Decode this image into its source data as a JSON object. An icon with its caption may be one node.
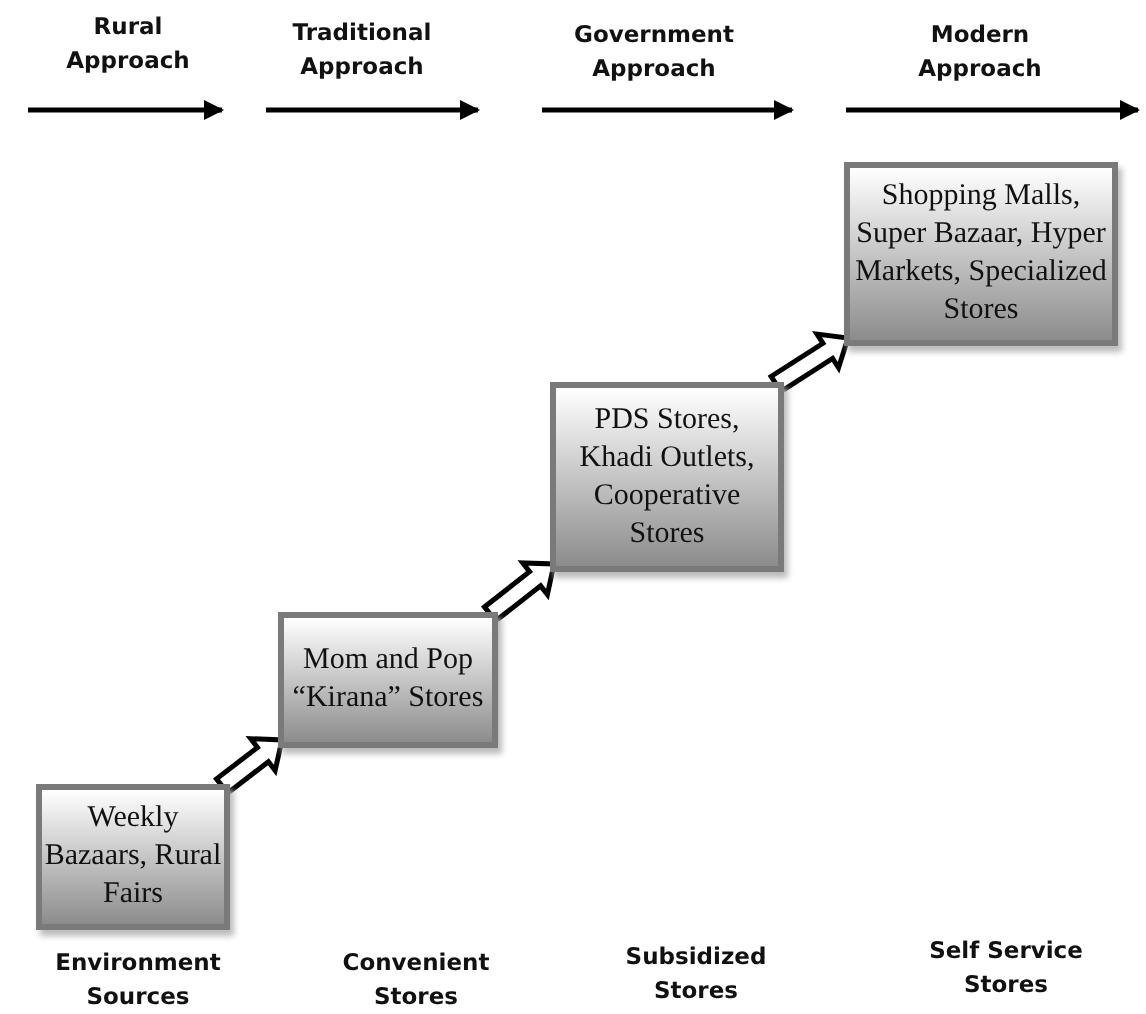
{
  "diagram": {
    "nodes": [
      {
        "text": [
          "Weekly Bazaars, Rural Fairs"
        ]
      },
      {
        "text": [
          "Mom and Pop “Kirana” Stores"
        ]
      },
      {
        "text": [
          "PDS Stores, Khadi Outlets, Cooperative Stores"
        ]
      },
      {
        "text": [
          "Shopping Malls, Super Bazaar, Hyper Markets, Specialized Stores"
        ]
      }
    ],
    "edges": [
      {
        "from": 0,
        "to": 1,
        "arrow": "to"
      },
      {
        "from": 1,
        "to": 2,
        "arrow": "to"
      },
      {
        "from": 2,
        "to": 3,
        "arrow": "to"
      }
    ],
    "labels": [
      "Rural Approach",
      "Traditional Approach",
      "Government Approach",
      "Modern Approach",
      "Environment Sources",
      "Convenient Stores",
      "Subsidized Stores",
      "Self Service Stores"
    ]
  }
}
